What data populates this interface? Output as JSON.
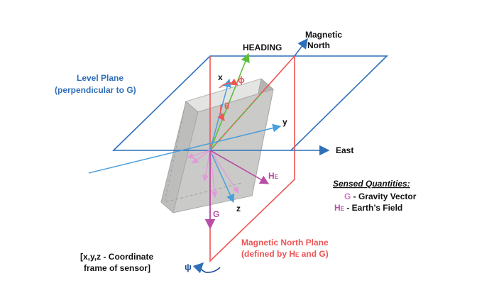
{
  "labels": {
    "magnetic_north_1": "Magnetic",
    "magnetic_north_2": "North",
    "heading": "HEADING",
    "level_plane_1": "Level Plane",
    "level_plane_2": "(perpendicular to G)",
    "east": "East",
    "axis_x": "x",
    "axis_y": "y",
    "axis_z": "z",
    "phi": "ϕ",
    "theta": "θ",
    "he": "H",
    "he_sub": "E",
    "g": "G",
    "psi": "ψ",
    "mn_plane_1": "Magnetic North Plane",
    "mn_plane_2": "(defined by H",
    "mn_plane_2_sub": "E",
    "mn_plane_2_end": " and G)",
    "coord_1": "[x,y,z - Coordinate",
    "coord_2": "frame of sensor]"
  },
  "legend": {
    "title": "Sensed Quantities:",
    "items": [
      {
        "symbol": "G",
        "text": " - Gravity Vector"
      },
      {
        "symbol": "H",
        "symbol_sub": "E",
        "text": " - Earth’s Field"
      }
    ]
  },
  "colors": {
    "blue": "#2f6fba",
    "light_blue": "#4a9fdc",
    "red": "#ee5555",
    "green": "#5cbf3a",
    "pink": "#d671c9",
    "magenta": "#b94fa5",
    "sensor_gray": "#c8c8c6"
  }
}
